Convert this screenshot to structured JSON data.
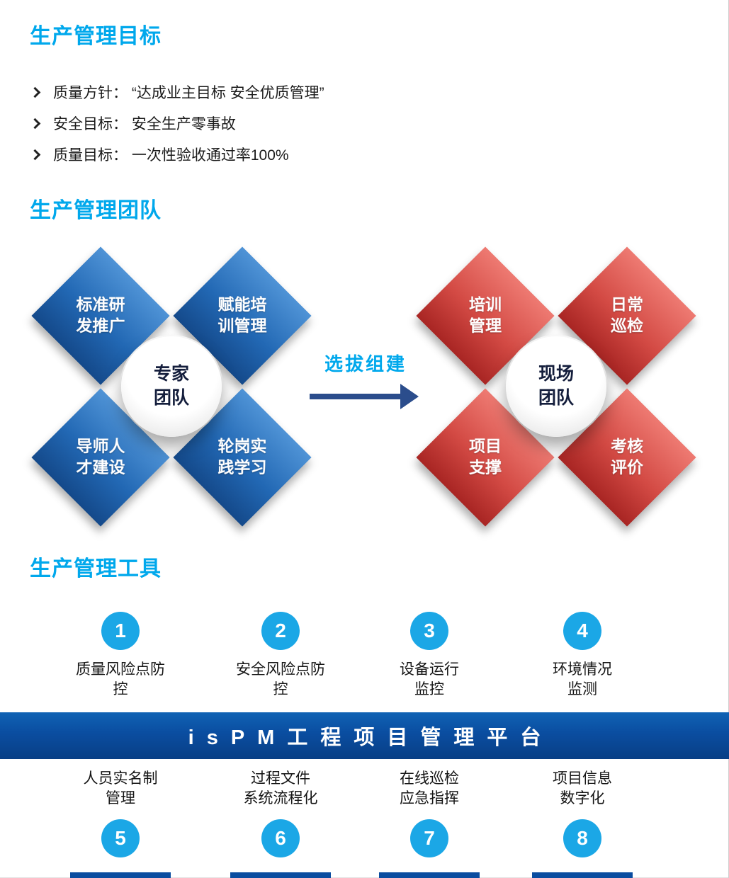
{
  "goals": {
    "title": "生产管理目标",
    "items": [
      "质量方针： “达成业主目标 安全优质管理”",
      "安全目标： 安全生产零事故",
      "质量目标： 一次性验收通过率100%"
    ]
  },
  "team": {
    "title": "生产管理团队",
    "arrow_label": "选拔组建",
    "expert": {
      "center": "专家\n团队",
      "items": [
        "标准研\n发推广",
        "赋能培\n训管理",
        "导师人\n才建设",
        "轮岗实\n践学习"
      ]
    },
    "site": {
      "center": "现场\n团队",
      "items": [
        "培训\n管理",
        "日常\n巡检",
        "项目\n支撑",
        "考核\n评价"
      ]
    }
  },
  "tools": {
    "title": "生产管理工具",
    "banner": "isPM工程项目管理平台",
    "top": [
      {
        "num": "1",
        "label": "质量风险点防\n控"
      },
      {
        "num": "2",
        "label": "安全风险点防\n控"
      },
      {
        "num": "3",
        "label": "设备运行\n监控"
      },
      {
        "num": "4",
        "label": "环境情况\n监测"
      }
    ],
    "bottom": [
      {
        "num": "5",
        "label": "人员实名制\n管理"
      },
      {
        "num": "6",
        "label": "过程文件\n系统流程化"
      },
      {
        "num": "7",
        "label": "在线巡检\n应急指挥"
      },
      {
        "num": "8",
        "label": "项目信息\n数字化"
      }
    ]
  },
  "icons": {
    "bullet": "chevron-right-icon",
    "flow": "arrow-right-icon"
  },
  "colors": {
    "heading": "#00a8ec",
    "tool_circle": "#1ba7e6",
    "banner_bg": "#0a4da0",
    "arrow": "#2b4d8c",
    "diamond_blue": "#2268b4",
    "diamond_red": "#d34a44"
  }
}
